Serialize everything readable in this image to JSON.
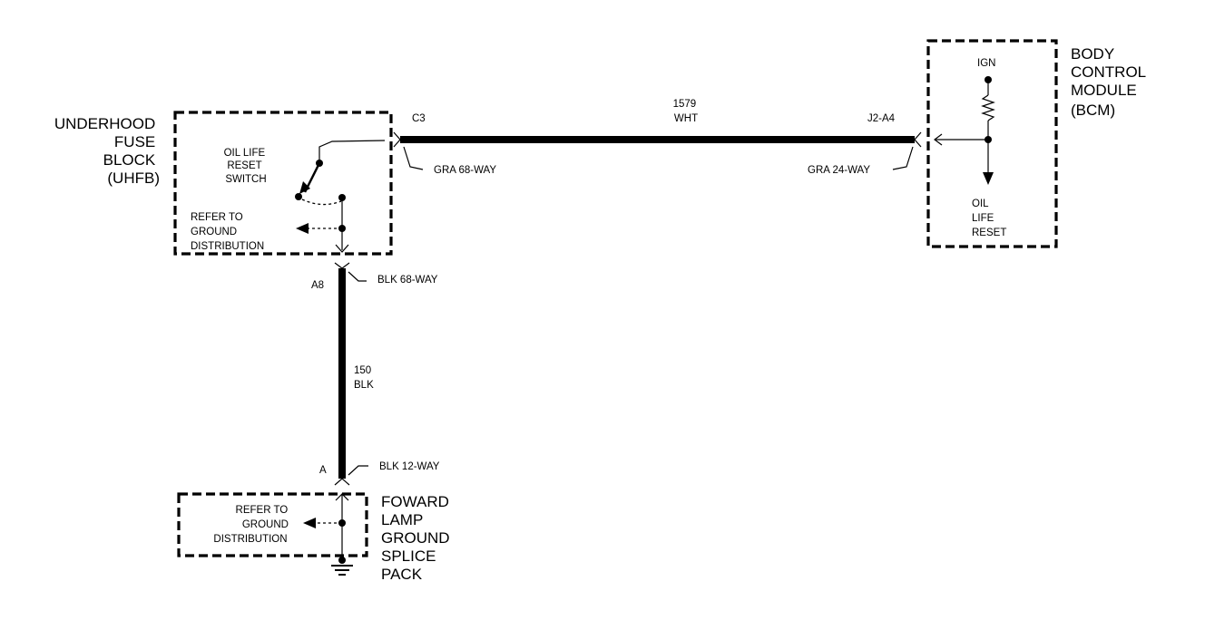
{
  "title": "",
  "components": {
    "uhfb": {
      "name": [
        "UNDERHOOD",
        "FUSE",
        "BLOCK",
        "(UHFB)"
      ]
    },
    "bcm": {
      "name": [
        "BODY",
        "CONTROL",
        "MODULE",
        "(BCM)"
      ]
    },
    "splice": {
      "name": [
        "FOWARD",
        "LAMP",
        "GROUND",
        "SPLICE",
        "PACK"
      ]
    }
  },
  "switch": {
    "label": [
      "OIL LIFE",
      "RESET",
      "SWITCH"
    ]
  },
  "refer_uhfb": [
    "REFER TO",
    "GROUND",
    "DISTRIBUTION"
  ],
  "refer_splice": [
    "REFER TO",
    "GROUND",
    "DISTRIBUTION"
  ],
  "bcm_internal": {
    "ign": "IGN",
    "output": [
      "OIL",
      "LIFE",
      "RESET"
    ]
  },
  "wires": {
    "w1579": {
      "circuit": "1579",
      "color": "WHT"
    },
    "w150": {
      "circuit": "150",
      "color": "BLK"
    }
  },
  "connectors": {
    "c3": {
      "pin": "C3",
      "type": "GRA 68-WAY"
    },
    "j2a4": {
      "pin": "J2-A4",
      "type": "GRA 24-WAY"
    },
    "a8": {
      "pin": "A8",
      "type": "BLK 68-WAY"
    },
    "a": {
      "pin": "A",
      "type": "BLK 12-WAY"
    }
  }
}
